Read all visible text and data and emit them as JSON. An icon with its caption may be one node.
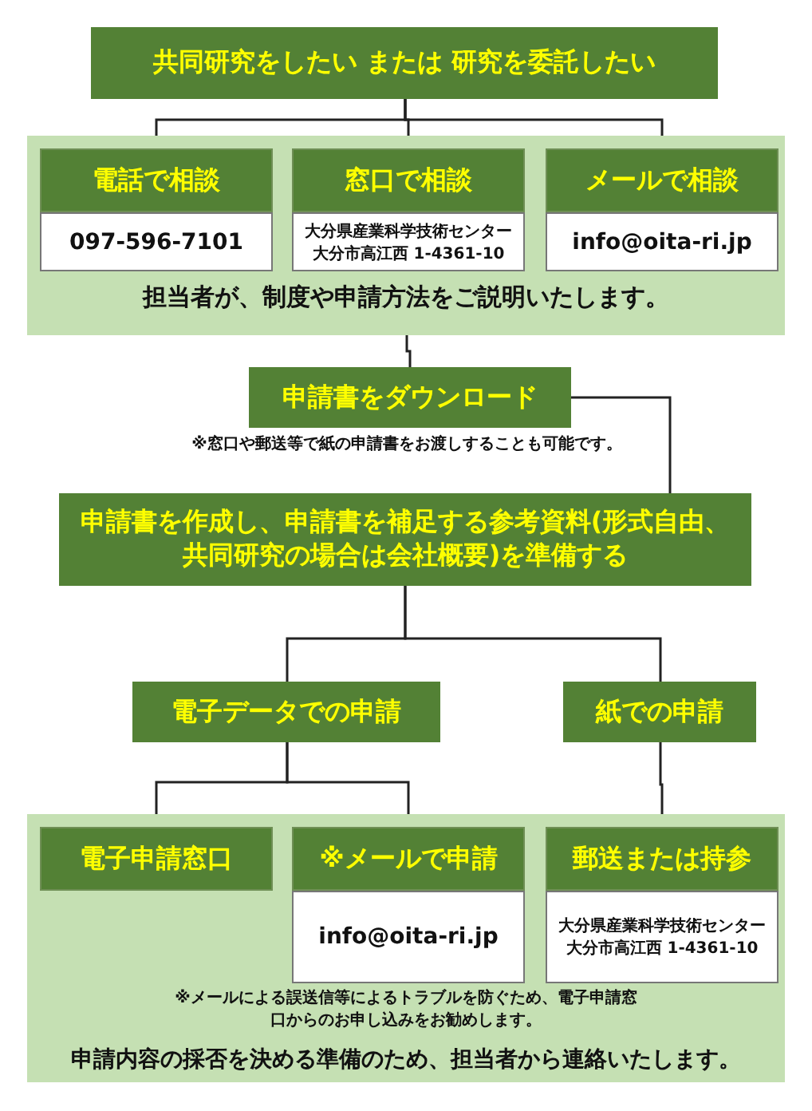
{
  "diagram": {
    "nodes": [
      {
        "text": [
          "共同研究をしたい または 研究を委託したい"
        ]
      },
      {
        "text": [
          "担当者が、制度や申請方法をご説明いたします。"
        ]
      },
      {
        "text": [
          "電話で相談",
          "097-596-7101"
        ],
        "in": 1
      },
      {
        "text": [
          "窓口で相談",
          "大分県産業科学技術センター大分市高江西 1-4361-10"
        ],
        "in": 1
      },
      {
        "text": [
          "メールで相談",
          "info@oita-ri.jp"
        ],
        "in": 1
      },
      {
        "text": [
          "申請書をダウンロード"
        ],
        "beside": [
          "※窓口や郵送等で紙の申請書をお渡しすることも可能です。"
        ]
      },
      {
        "text": [
          "申請書を作成し、申請書を補足する参考資料(形式自由、共同研究の場合は会社概要)を準備する"
        ]
      },
      {
        "text": [
          "電子データでの申請"
        ]
      },
      {
        "text": [
          "紙での申請"
        ]
      },
      {
        "text": [
          "※メールによる誤送信等によるトラブルを防ぐため、電子申請窓口からのお申し込みをお勧めします。",
          "申請内容の採否を決める準備のため、担当者から連絡いたします。"
        ]
      },
      {
        "text": [
          "電子申請窓口"
        ],
        "in": 9
      },
      {
        "text": [
          "※メールで申請",
          "info@oita-ri.jp"
        ],
        "in": 9
      },
      {
        "text": [
          "郵送または持参",
          "大分県産業科学技術センター大分市高江西 1-4361-10"
        ],
        "in": 9
      }
    ],
    "edges": [
      {
        "from": 0,
        "to": 2,
        "arrow": "none"
      },
      {
        "from": 0,
        "to": 3,
        "arrow": "none"
      },
      {
        "from": 0,
        "to": 4,
        "arrow": "none"
      },
      {
        "from": 1,
        "to": 5,
        "arrow": "none"
      },
      {
        "from": 5,
        "to": 6,
        "arrow": "none"
      },
      {
        "from": 6,
        "to": 7,
        "arrow": "none"
      },
      {
        "from": 6,
        "to": 8,
        "arrow": "none"
      },
      {
        "from": 7,
        "to": 10,
        "arrow": "none"
      },
      {
        "from": 7,
        "to": 11,
        "arrow": "none"
      },
      {
        "from": 8,
        "to": 12,
        "arrow": "none"
      }
    ]
  }
}
